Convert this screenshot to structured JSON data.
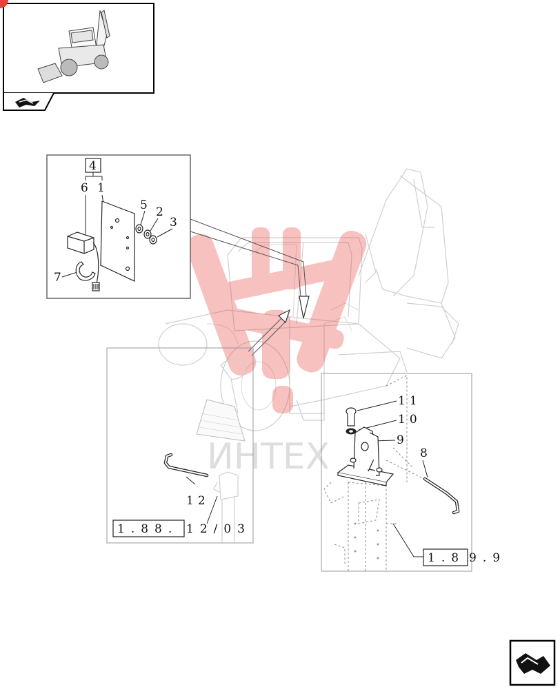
{
  "thumbnail": {
    "icon": "backhoe-loader-thumbnail"
  },
  "nav": {
    "back_icon": "prev-page-arrow-icon",
    "next_icon": "next-page-arrow-icon"
  },
  "watermark": {
    "text": "ИНТЕХ",
    "color": "#e8423a"
  },
  "callouts": {
    "c4": "4",
    "c6": "6",
    "c1": "1",
    "c5": "5",
    "c2": "2",
    "c3": "3",
    "c7": "7",
    "c11": "11",
    "c10": "10",
    "c9": "9",
    "c8": "8",
    "c12": "12"
  },
  "references": {
    "ref_left_box": "1.88.",
    "ref_left_tail": "12/03",
    "ref_right_box": "1.8",
    "ref_right_tail": "9.9"
  }
}
